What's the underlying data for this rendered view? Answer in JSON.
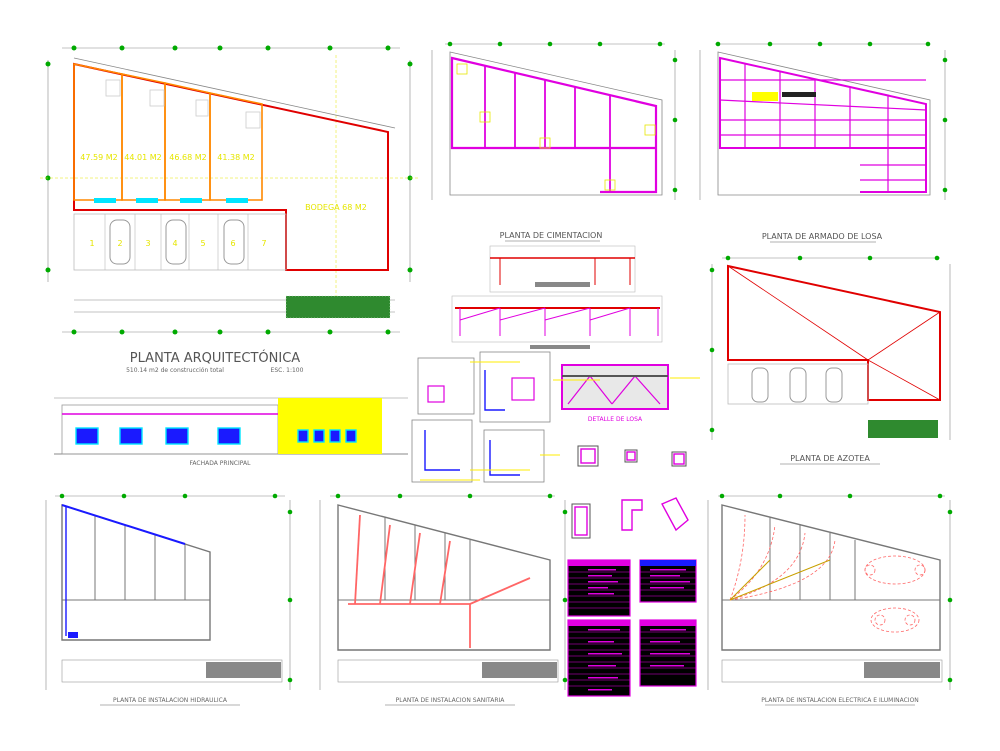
{
  "sheet": {
    "titles": {
      "arquitectonica": "PLANTA ARQUITECTÓNICA",
      "arquitectonica_sub": "510.14 m2 de construcción total",
      "arquitectonica_scale": "ESC. 1:100",
      "cimentacion": "PLANTA DE CIMENTACION",
      "armado_losa": "PLANTA DE ARMADO DE LOSA",
      "azotea": "PLANTA DE AZOTEA",
      "fachada": "FACHADA PRINCIPAL",
      "detalle_losa": "DETALLE DE LOSA",
      "hidraulica": "PLANTA DE INSTALACION HIDRAULICA",
      "sanitaria": "PLANTA DE INSTALACION SANITARIA",
      "electrica": "PLANTA DE INSTALACION ELECTRICA E ILUMINACION"
    },
    "room_areas": [
      "47.59 M2",
      "44.01 M2",
      "46.68 M2",
      "41.38 M2"
    ],
    "bodega_area": "BODEGA 68 M2",
    "parking_numbers": [
      "1",
      "2",
      "3",
      "4",
      "5",
      "6",
      "7"
    ],
    "colors": {
      "wall": "#e00000",
      "room": "#ff8800",
      "magenta": "#e000e0",
      "dims": "#009900",
      "cyan": "#00e5ff",
      "yellow": "#ffff00",
      "blue": "#1a1aff"
    }
  }
}
